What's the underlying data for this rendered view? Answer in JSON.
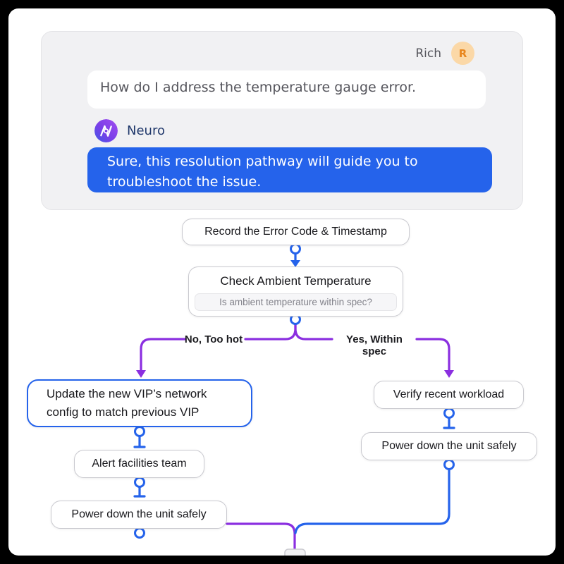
{
  "chat": {
    "user": {
      "name": "Rich",
      "avatar_initial": "R"
    },
    "user_message": "How do I address the temperature gauge error.",
    "bot": {
      "name": "Neuro"
    },
    "bot_message": "Sure, this resolution pathway will guide you to troubleshoot the issue."
  },
  "flowchart": {
    "nodes": {
      "record": {
        "label": "Record the Error Code & Timestamp"
      },
      "check": {
        "label": "Check Ambient Temperature",
        "question": "Is ambient temperature within spec?"
      },
      "update": {
        "label": "Update the new VIP’s network config to match previous VIP"
      },
      "alert": {
        "label": "Alert facilities team"
      },
      "power_left": {
        "label": "Power down the unit safely"
      },
      "verify": {
        "label": "Verify recent workload"
      },
      "power_right": {
        "label": "Power down the unit safely"
      }
    },
    "branches": {
      "no": "No, Too hot",
      "yes": "Yes, Within spec"
    },
    "colors": {
      "edge_blue": "#2563eb",
      "edge_purple": "#8b2fe0",
      "bot_bubble": "#2563eb",
      "user_avatar_bg": "#fbd8a7",
      "user_avatar_text": "#e8861e"
    }
  }
}
